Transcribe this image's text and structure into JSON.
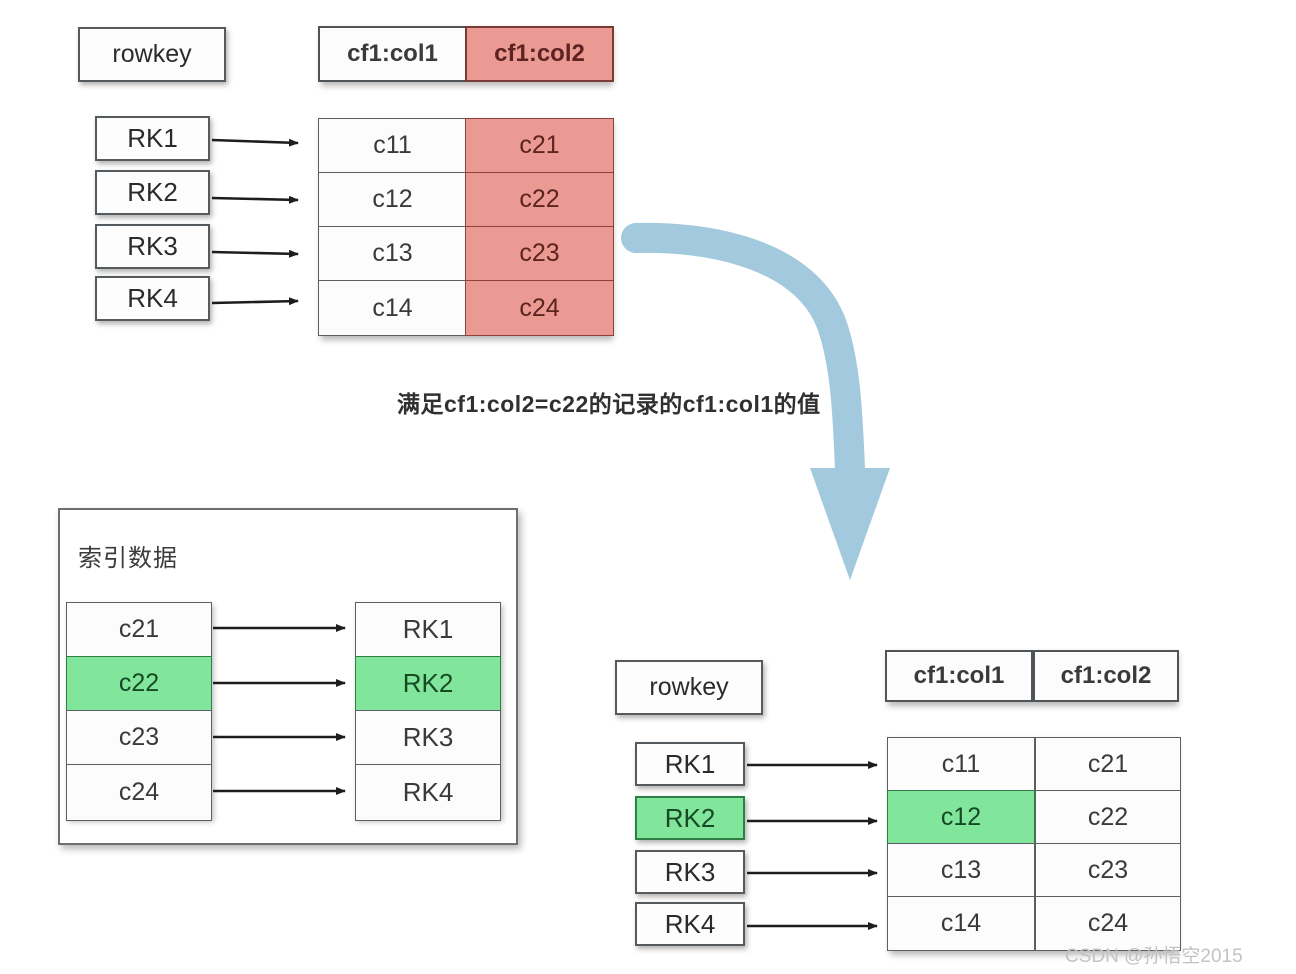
{
  "diagram": {
    "title_caption": "满足cf1:col2=c22的记录的cf1:col1的值",
    "watermark": "CSDN @孙悟空2015",
    "colors": {
      "highlight_red": "#eb9a93",
      "highlight_green": "#81e59c",
      "arrow_blue": "#a3c9de",
      "border": "#555a5e",
      "background": "#ffffff"
    }
  },
  "top_section": {
    "rowkey_header": "rowkey",
    "column_headers": [
      "cf1:col1",
      "cf1:col2"
    ],
    "rowkeys": [
      "RK1",
      "RK2",
      "RK3",
      "RK4"
    ],
    "col1_values": [
      "c11",
      "c12",
      "c13",
      "c14"
    ],
    "col2_values": [
      "c21",
      "c22",
      "c23",
      "c24"
    ],
    "highlighted_column": "cf1:col2"
  },
  "index_panel": {
    "title": "索引数据",
    "index_values": [
      "c21",
      "c22",
      "c23",
      "c24"
    ],
    "rowkey_values": [
      "RK1",
      "RK2",
      "RK3",
      "RK4"
    ],
    "highlighted_index": "c22",
    "highlighted_rowkey": "RK2"
  },
  "bottom_section": {
    "rowkey_header": "rowkey",
    "column_headers": [
      "cf1:col1",
      "cf1:col2"
    ],
    "rowkeys": [
      "RK1",
      "RK2",
      "RK3",
      "RK4"
    ],
    "col1_values": [
      "c11",
      "c12",
      "c13",
      "c14"
    ],
    "col2_values": [
      "c21",
      "c22",
      "c23",
      "c24"
    ],
    "highlighted_rowkey": "RK2",
    "highlighted_col1_value": "c12"
  }
}
